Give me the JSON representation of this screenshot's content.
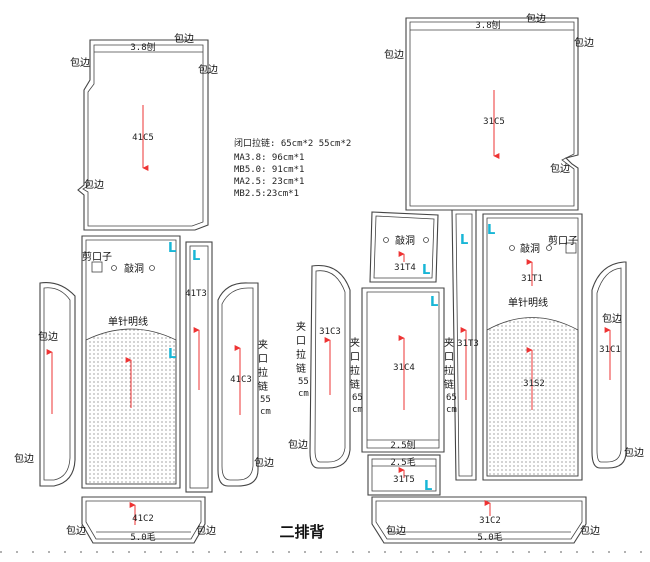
{
  "diagram": {
    "title": "二排背",
    "colors": {
      "grain_arrow": "#ee3333",
      "l_marker": "#18b6d6",
      "outline": "#444444"
    },
    "notes": [
      "闭口拉链: 65cm*2    55cm*2",
      "MA3.8: 96cm*1",
      "MB5.0: 91cm*1",
      "MA2.5: 23cm*1",
      "MB2.5:23cm*1"
    ],
    "labels": {
      "edge_bian": "包边",
      "cut_mouth": "剪口子",
      "punch_hole": "敲洞",
      "single_stitch": "单针明线",
      "l_mark": "L",
      "m38": "3.8刨",
      "m50": "5.0毛",
      "m25": "2.5毛",
      "m25b": "2.5刨"
    },
    "pieces": {
      "p41C5": "41C5",
      "p41T3": "41T3",
      "p41C3": "41C3",
      "p41C2": "41C2",
      "p31C5": "31C5",
      "p31T4": "31T4",
      "p31C3": "31C3",
      "p31C4": "31C4",
      "p31T3": "31T3",
      "p31T1": "31T1",
      "p31S2": "31S2",
      "p31C1": "31C1",
      "p31T5": "31T5",
      "p31C2": "31C2"
    },
    "zipper_left": [
      "夹",
      "口",
      "拉",
      "链",
      "55",
      "cm"
    ],
    "zipper_mid_a": [
      "夹",
      "口",
      "拉",
      "链",
      "55",
      "cm"
    ],
    "zipper_mid_b": [
      "夹",
      "口",
      "拉",
      "链",
      "65",
      "cm"
    ],
    "zipper_mid_c": [
      "夹",
      "口",
      "拉",
      "链",
      "65",
      "cm"
    ]
  }
}
